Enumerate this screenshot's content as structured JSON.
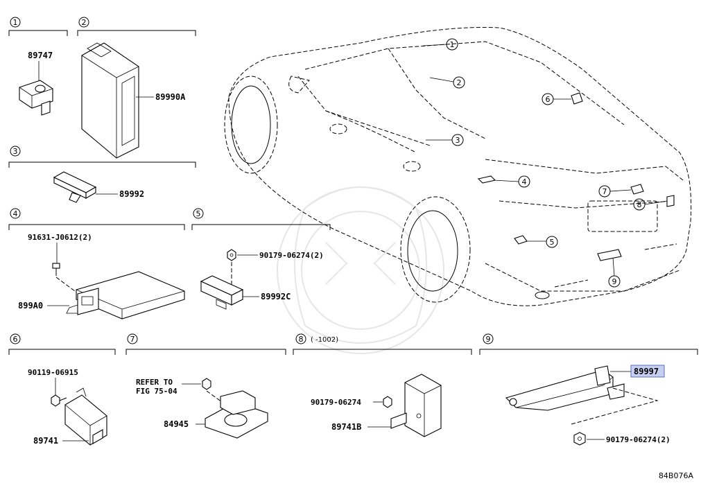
{
  "sections": [
    {
      "id": "1",
      "label": "1"
    },
    {
      "id": "2",
      "label": "2"
    },
    {
      "id": "3",
      "label": "3"
    },
    {
      "id": "4",
      "label": "4"
    },
    {
      "id": "5",
      "label": "5"
    },
    {
      "id": "6",
      "label": "6"
    },
    {
      "id": "7",
      "label": "7"
    },
    {
      "id": "8",
      "label": "8",
      "note": "(    -1002)"
    },
    {
      "id": "9",
      "label": "9"
    }
  ],
  "parts": {
    "p89747": "89747",
    "p89990A": "89990A",
    "p89992": "89992",
    "p91631": "91631-J0612(2)",
    "p899A0": "899A0",
    "p90179_5": "90179-06274(2)",
    "p89992C": "89992C",
    "p90119": "90119-06915",
    "p89741": "89741",
    "refer_line1": "REFER TO",
    "refer_line2": "FIG 75-04",
    "p84945": "84945",
    "p90179_8": "90179-06274",
    "p89741B": "89741B",
    "p89997": "89997",
    "p90179_9": "90179-06274(2)"
  },
  "car_callouts": [
    "1",
    "2",
    "3",
    "4",
    "5",
    "6",
    "7",
    "8",
    "9"
  ],
  "figure_code": "84B076A",
  "highlight_color": "#c7cff0"
}
